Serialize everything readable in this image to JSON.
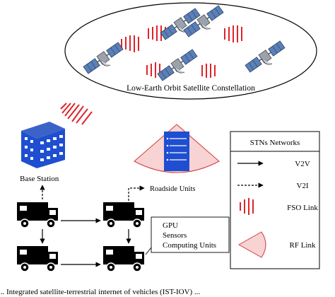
{
  "satellite_constellation": {
    "label": "Low-Earth Orbit Satellite Constellation"
  },
  "ground": {
    "base_station_label": "Base Station",
    "roadside_units_label": "Roadside Units",
    "vehicle_components": [
      "GPU",
      "Sensors",
      "Computing Units"
    ]
  },
  "legend": {
    "title": "STNs Networks",
    "items": [
      {
        "label": "V2V"
      },
      {
        "label": "V2I"
      },
      {
        "label": "FSO Link"
      },
      {
        "label": "RF Link"
      }
    ]
  },
  "caption": "... Integrated satellite-terrestrial internet of vehicles (IST-IOV) ..."
}
